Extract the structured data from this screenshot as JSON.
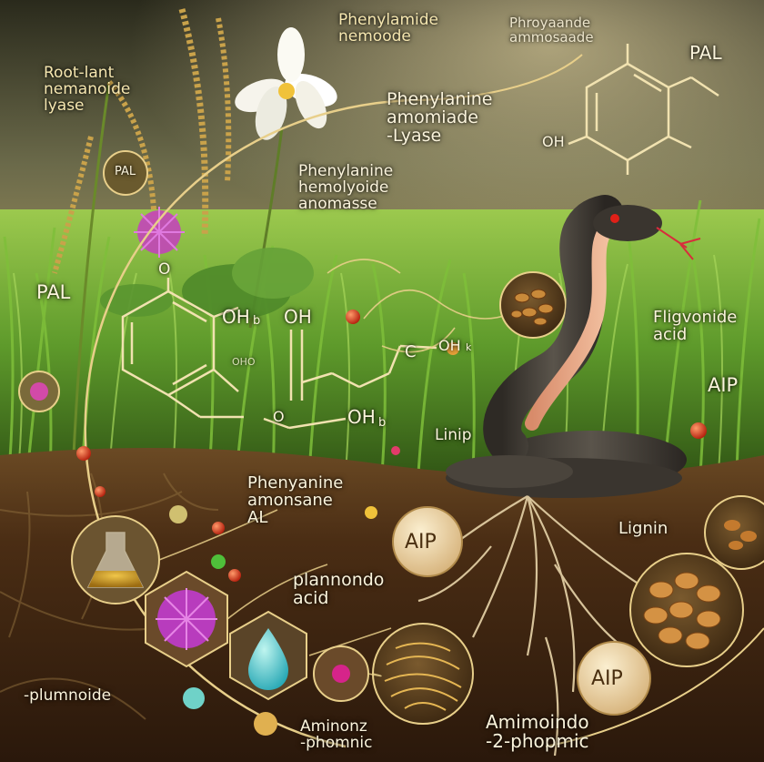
{
  "labels": {
    "root_lant": "Root-lant\nnemanoide\nlyase",
    "phenylamide": "Phenylamide\nnemoode",
    "phoyaande": "Phroyaande\nammosaade",
    "pal_top_right": "PAL",
    "phenylanine_amomiade": "Phenylanine\namomiade\n-Lyase",
    "pal_badge_top": "PAL",
    "phenylanine_hemolyoide": "Phenylanine\nhemolyoide\nanomasse",
    "pal_left": "PAL",
    "oh_1": "OH",
    "oh_2": "OH",
    "oh_3": "OH",
    "oh_4": "OH",
    "oh_5": "OH",
    "oh_sub_1": "b",
    "oh_sub_2": "k",
    "oh_sub_3": "b",
    "o_top": "O",
    "o_right": "O",
    "c_mark": "C",
    "oho_faint": "OHO",
    "flignoide_acid": "Fligvonide\nacid",
    "aip_right": "AIP",
    "linip": "Linip",
    "phenyanine_amonsane": "Phenyanine\namonsane\nAL",
    "aip_center_badge": "AIP",
    "plannondo_acid": "plannondo\nacid",
    "lignin": "Lignin",
    "aip_bottom_badge": "AIP",
    "plumnoide": "-plumnoide",
    "aminonz_phomnic": "Aminonz\n-phomnic",
    "amimoindo": "Amimoindo\n-2-phopmic"
  },
  "colors": {
    "sky": "#2f3220",
    "grass": "#4f8a24",
    "soil": "#4a2d14",
    "gold_line": "#e8cf8a",
    "snake": "#3f3a33",
    "snake_belly": "#e8a98a",
    "magenta": "#c63ec0",
    "aqua": "#58c9c4"
  },
  "icons": [
    "rice-plant-icon",
    "white-flower-icon",
    "snake-icon",
    "flask-icon",
    "thistle-flower-icon",
    "droplet-icon",
    "root-bundle-icon",
    "seed-pile-icon",
    "phenol-ring-icon",
    "berry-icon"
  ]
}
